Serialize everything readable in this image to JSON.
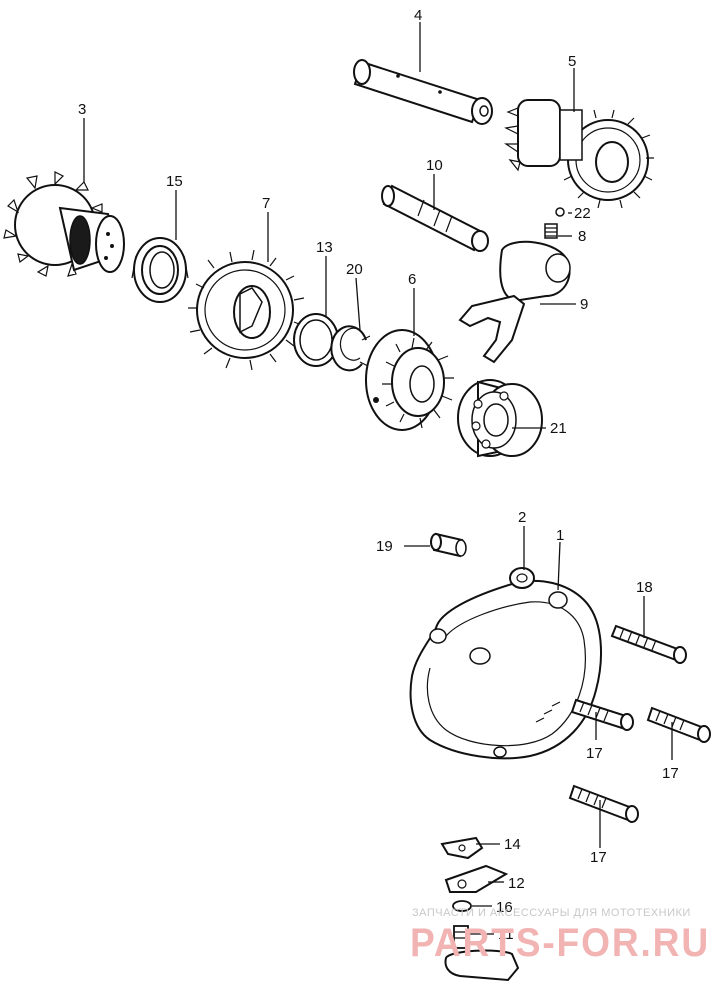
{
  "labels": {
    "p1": "1",
    "p2": "2",
    "p3": "3",
    "p4": "4",
    "p5": "5",
    "p6": "6",
    "p7": "7",
    "p8": "8",
    "p9": "9",
    "p10": "10",
    "p11": "11",
    "p12": "12",
    "p13": "13",
    "p14": "14",
    "p15": "15",
    "p16": "16",
    "p17a": "17",
    "p17b": "17",
    "p17c": "17",
    "p18": "18",
    "p19": "19",
    "p20": "20",
    "p21": "21",
    "p22": "22"
  },
  "watermark": {
    "line1": "ЗАПЧАСТИ И АКСЕССУАРЫ ДЛЯ МОТОТЕХНИКИ",
    "line2": "PARTS-FOR.RU"
  },
  "colors": {
    "ink": "#111111",
    "watermark": "#f2b3b3"
  }
}
